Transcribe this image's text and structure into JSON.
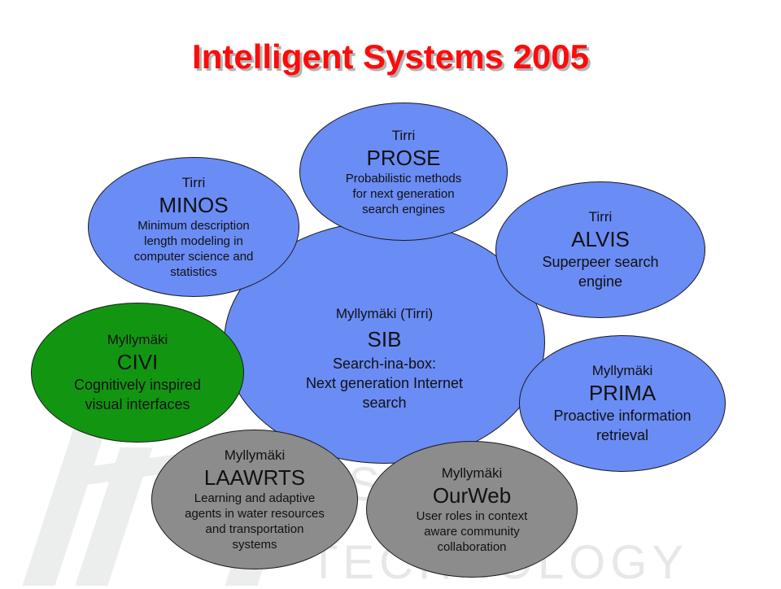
{
  "title": "Intelligent Systems 2005",
  "colors": {
    "title": "#ff0a0a",
    "blue_node": "#6a8cf5",
    "green_node": "#129612",
    "gray_node": "#8c8c8c"
  },
  "watermark": {
    "line1": "S    OR",
    "line2": "O",
    "line3": "TECHNOLOGY"
  },
  "nodes": {
    "sib": {
      "lead": "Myllymäki (Tirri)",
      "name": "SIB",
      "desc1": "Search-ina-box:",
      "desc2": "Next generation Internet",
      "desc3": "search"
    },
    "prose": {
      "lead": "Tirri",
      "name": "PROSE",
      "desc1": "Probabilistic methods",
      "desc2": "for next generation",
      "desc3": "search engines"
    },
    "minos": {
      "lead": "Tirri",
      "name": "MINOS",
      "desc1": "Minimum description",
      "desc2": "length modeling in",
      "desc3": "computer science and",
      "desc4": "statistics"
    },
    "alvis": {
      "lead": "Tirri",
      "name": "ALVIS",
      "desc1": "Superpeer search",
      "desc2": "engine"
    },
    "civi": {
      "lead": "Myllymäki",
      "name": "CIVI",
      "desc1": "Cognitively inspired",
      "desc2": "visual interfaces"
    },
    "prima": {
      "lead": "Myllymäki",
      "name": "PRIMA",
      "desc1": "Proactive information",
      "desc2": "retrieval"
    },
    "laawrts": {
      "lead": "Myllymäki",
      "name": "LAAWRTS",
      "desc1": "Learning and adaptive",
      "desc2": "agents in water resources",
      "desc3": "and transportation",
      "desc4": "systems"
    },
    "ourweb": {
      "lead": "Myllymäki",
      "name": "OurWeb",
      "desc1": "User roles in context",
      "desc2": "aware community",
      "desc3": "collaboration"
    }
  }
}
